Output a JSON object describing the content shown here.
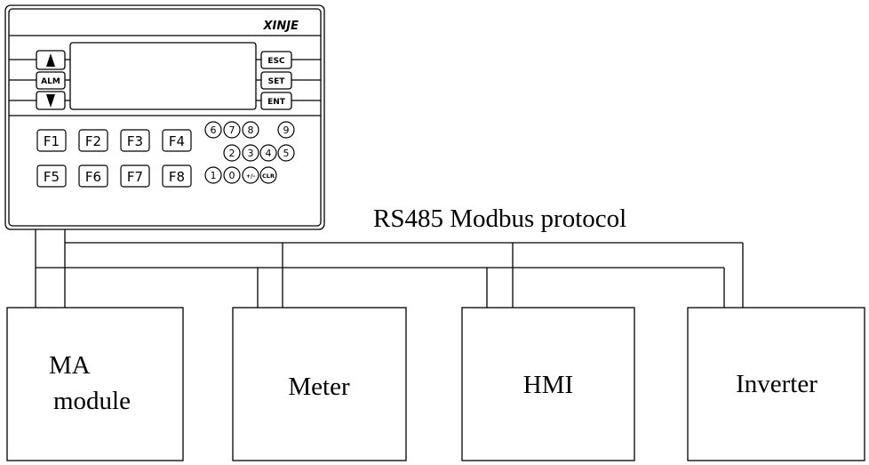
{
  "panel": {
    "brand": "XINJE",
    "left_buttons": [
      "ALM"
    ],
    "right_buttons": [
      "ESC",
      "SET",
      "ENT"
    ],
    "function_keys": [
      "F1",
      "F2",
      "F3",
      "F4",
      "F5",
      "F6",
      "F7",
      "F8"
    ],
    "numeric_keys": [
      "6",
      "7",
      "8",
      "9",
      "2",
      "3",
      "4",
      "5",
      "1",
      "0",
      "+/-",
      "CLR"
    ]
  },
  "bus_label": "RS485 Modbus protocol",
  "devices": [
    {
      "line1": "MA",
      "line2": "module"
    },
    {
      "line1": "Meter"
    },
    {
      "line1": "HMI"
    },
    {
      "line1": "Inverter"
    }
  ]
}
